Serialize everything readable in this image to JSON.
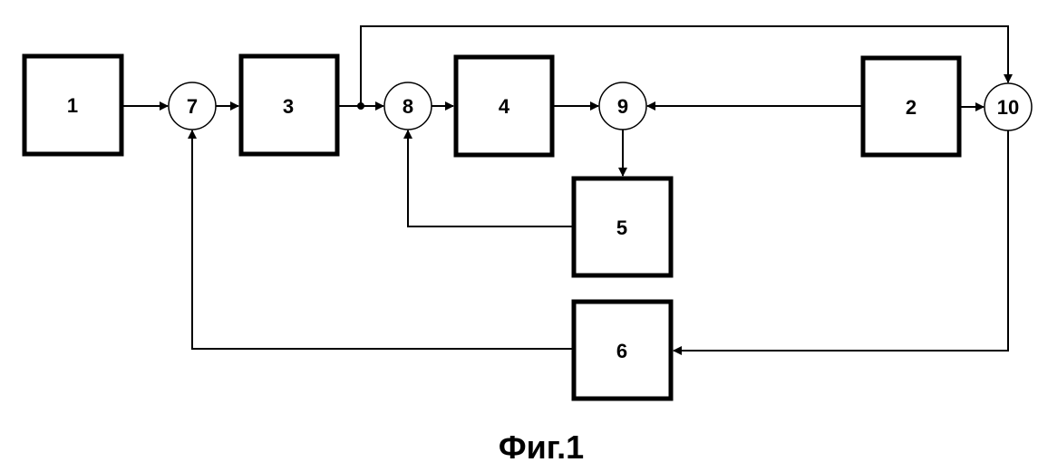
{
  "figure": {
    "caption": "Фиг.1",
    "blocks": [
      {
        "id": "1",
        "label": "1"
      },
      {
        "id": "2",
        "label": "2"
      },
      {
        "id": "3",
        "label": "3"
      },
      {
        "id": "4",
        "label": "4"
      },
      {
        "id": "5",
        "label": "5"
      },
      {
        "id": "6",
        "label": "6"
      }
    ],
    "nodes": [
      {
        "id": "7",
        "label": "7"
      },
      {
        "id": "8",
        "label": "8"
      },
      {
        "id": "9",
        "label": "9"
      },
      {
        "id": "10",
        "label": "10"
      }
    ],
    "connections": [
      {
        "from": "1",
        "to": "7"
      },
      {
        "from": "7",
        "to": "3"
      },
      {
        "from": "3",
        "to": "8"
      },
      {
        "from": "3",
        "to": "10",
        "via": "junction"
      },
      {
        "from": "8",
        "to": "4"
      },
      {
        "from": "4",
        "to": "9"
      },
      {
        "from": "2",
        "to": "9"
      },
      {
        "from": "2",
        "to": "10"
      },
      {
        "from": "9",
        "to": "5"
      },
      {
        "from": "5",
        "to": "8"
      },
      {
        "from": "10",
        "to": "6"
      },
      {
        "from": "6",
        "to": "7"
      }
    ]
  }
}
